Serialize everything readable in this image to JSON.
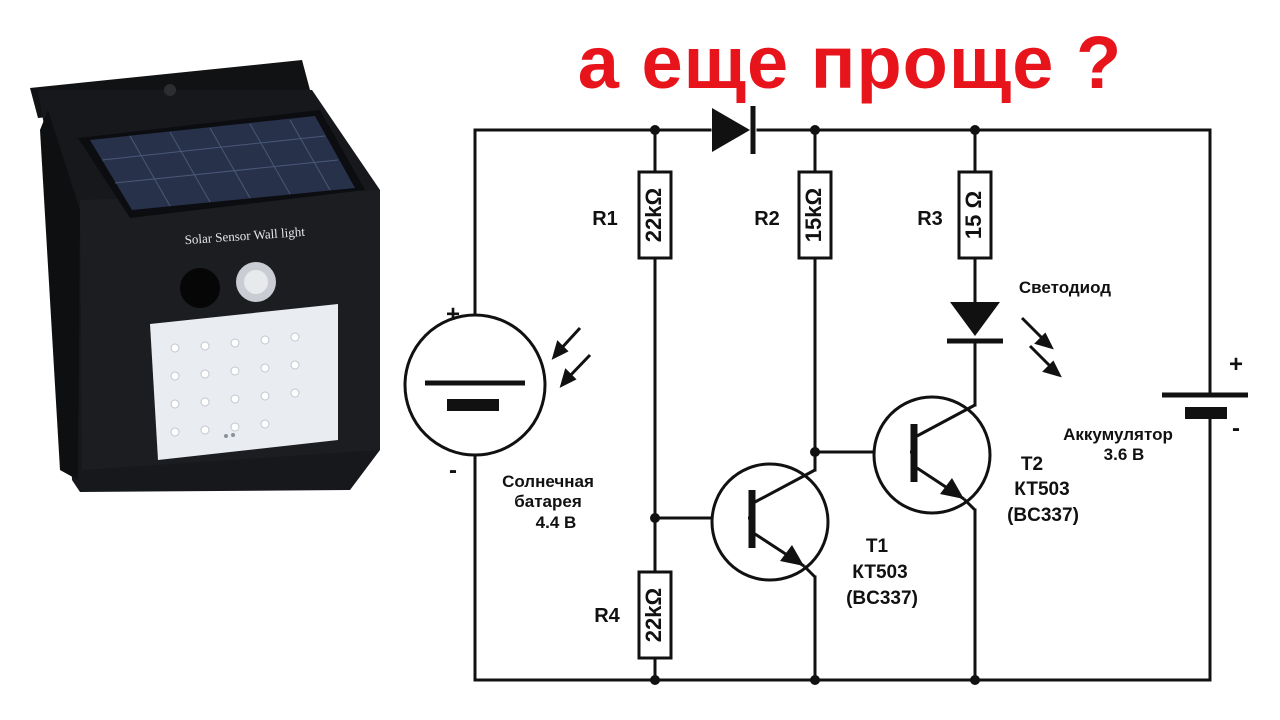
{
  "title": "а еще проще ?",
  "colors": {
    "title": "#e8141b",
    "wire": "#111111",
    "lamp_body": "#17181b",
    "led_panel": "#e9ecf0"
  },
  "lamp": {
    "label": "Solar Sensor Wall light"
  },
  "circuit": {
    "resistors": [
      {
        "name": "R1",
        "value": "22kΩ"
      },
      {
        "name": "R2",
        "value": "15kΩ"
      },
      {
        "name": "R3",
        "value": "15 Ω"
      },
      {
        "name": "R4",
        "value": "22kΩ"
      }
    ],
    "solar": {
      "plus": "+",
      "minus": "-",
      "line1": "Солнечная",
      "line2": "батарея",
      "line3": "4.4 В"
    },
    "led_label": "Светодиод",
    "battery": {
      "plus": "+",
      "minus": "-",
      "line1": "Аккумулятор",
      "line2": "3.6 В"
    },
    "t1": {
      "name": "T1",
      "part": "КТ503",
      "alt": "(BC337)"
    },
    "t2": {
      "name": "T2",
      "part": "КТ503",
      "alt": "(BC337)"
    }
  }
}
